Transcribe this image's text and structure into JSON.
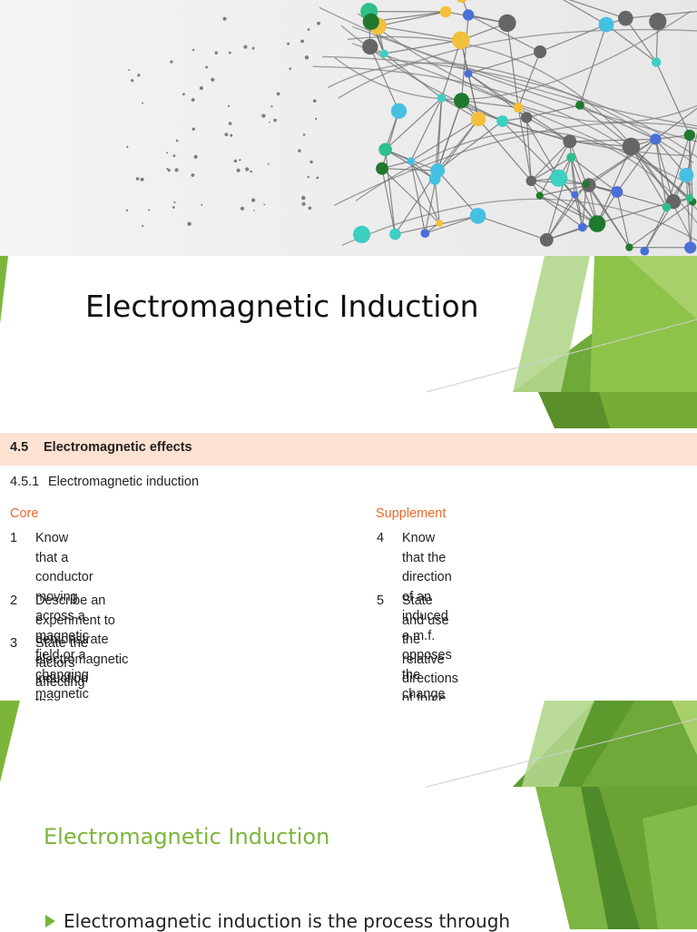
{
  "slides": {
    "title_slide": {
      "title": "Electromagnetic Induction"
    },
    "syllabus": {
      "section_number": "4.5",
      "section_title": "Electromagnetic effects",
      "subsection_number": "4.5.1",
      "subsection_title": "Electromagnetic induction",
      "core_heading": "Core",
      "supplement_heading": "Supplement",
      "core_items": [
        {
          "num": "1",
          "text": "Know that a conductor moving across a magnetic\nfield or a changing magnetic field linking with a\nconductor can induce an e.m.f. in the conductor"
        },
        {
          "num": "2",
          "text": "Describe an experiment to demonstrate\nelectromagnetic induction"
        },
        {
          "num": "3",
          "text": "State the factors affecting the magnitude of an\ninduced e.m.f."
        }
      ],
      "supplement_items": [
        {
          "num": "4",
          "text": "Know that the direction of an induced e.m.f.\nopposes the change causing it"
        },
        {
          "num": "5",
          "text": "State and use the relative directions of force,\nfield and induced current"
        }
      ]
    },
    "content_slide": {
      "title": "Electromagnetic Induction",
      "bullet": "Electromagnetic induction is the process through"
    }
  },
  "theme": {
    "accent_green": "#7bb63a",
    "band_color": "#fde1d1",
    "supplement_color": "#e8692b"
  }
}
